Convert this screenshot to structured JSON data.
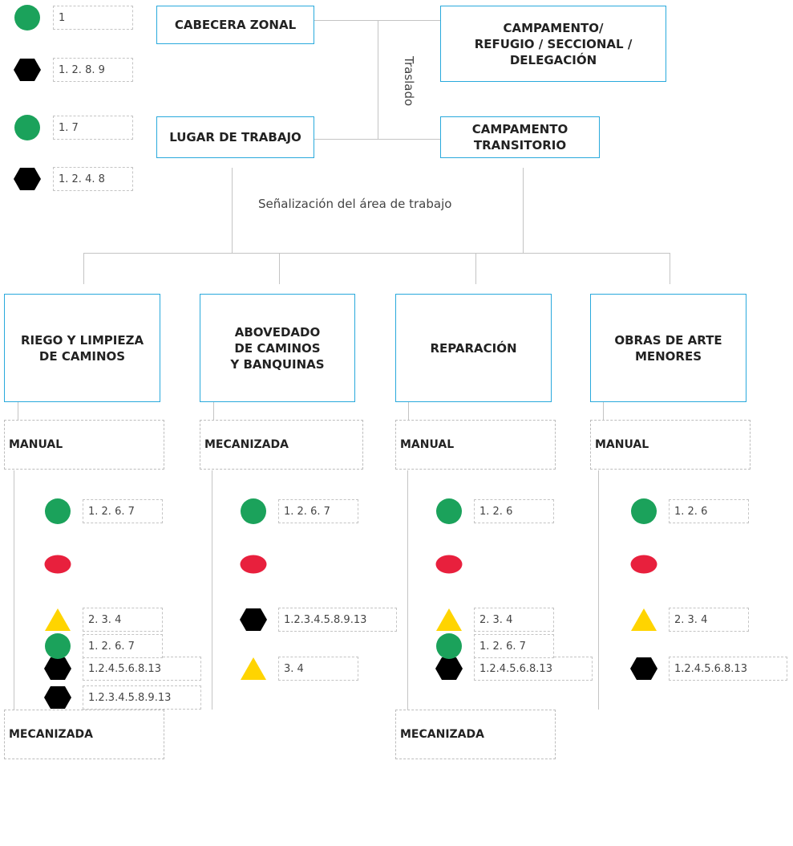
{
  "top": {
    "cabecera_zonal": "CABECERA ZONAL",
    "campamento_refugio": "CAMPAMENTO/\nREFUGIO / SECCIONAL /\nDELEGACIÓN",
    "lugar_trabajo": "LUGAR DE TRABAJO",
    "campamento_transitorio": "CAMPAMENTO\nTRANSITORIO",
    "traslado": "Traslado",
    "senalizacion": "Señalización del área de trabajo"
  },
  "legend": [
    {
      "shape": "circle",
      "color": "#1ba25b",
      "code": "1"
    },
    {
      "shape": "hexagon",
      "color": "#000000",
      "code": "1. 2. 8. 9"
    },
    {
      "shape": "circle",
      "color": "#1ba25b",
      "code": "1. 7"
    },
    {
      "shape": "hexagon",
      "color": "#000000",
      "code": "1. 2. 4. 8"
    }
  ],
  "columns": [
    {
      "title": "RIEGO Y LIMPIEZA\nDE CAMINOS",
      "sections": [
        {
          "label": "MANUAL",
          "items": [
            {
              "shape": "circle",
              "code": "1. 2. 6. 7"
            },
            {
              "shape": "ellipse",
              "code": ""
            },
            {
              "shape": "triangle",
              "code": "2. 3. 4"
            },
            {
              "shape": "hexagon",
              "code": "1.2.4.5.6.8.13"
            }
          ]
        },
        {
          "label": "MECANIZADA",
          "items": [
            {
              "shape": "circle",
              "code": "1. 2. 6. 7"
            },
            {
              "shape": "hexagon",
              "code": "1.2.3.4.5.8.9.13"
            }
          ]
        }
      ]
    },
    {
      "title": "ABOVEDADO\nDE CAMINOS\nY BANQUINAS",
      "sections": [
        {
          "label": "MECANIZADA",
          "items": [
            {
              "shape": "circle",
              "code": "1. 2. 6. 7"
            },
            {
              "shape": "ellipse",
              "code": ""
            },
            {
              "shape": "hexagon",
              "code": "1.2.3.4.5.8.9.13"
            },
            {
              "shape": "triangle",
              "code": "3. 4"
            }
          ]
        }
      ]
    },
    {
      "title": "REPARACIÓN",
      "sections": [
        {
          "label": "MANUAL",
          "items": [
            {
              "shape": "circle",
              "code": "1. 2. 6"
            },
            {
              "shape": "ellipse",
              "code": ""
            },
            {
              "shape": "triangle",
              "code": "2. 3. 4"
            },
            {
              "shape": "hexagon",
              "code": "1.2.4.5.6.8.13"
            }
          ]
        },
        {
          "label": "MECANIZADA",
          "items": [
            {
              "shape": "circle",
              "code": "1. 2. 6. 7"
            }
          ]
        }
      ]
    },
    {
      "title": "OBRAS DE ARTE\nMENORES",
      "sections": [
        {
          "label": "MANUAL",
          "items": [
            {
              "shape": "circle",
              "code": "1. 2. 6"
            },
            {
              "shape": "ellipse",
              "code": ""
            },
            {
              "shape": "triangle",
              "code": "2. 3. 4"
            },
            {
              "shape": "hexagon",
              "code": "1.2.4.5.6.8.13"
            }
          ]
        }
      ]
    }
  ],
  "colors": {
    "box_border": "#29a9dc",
    "line": "#c4c4c4",
    "green": "#1ba25b",
    "red": "#e8203d",
    "yellow": "#ffd400",
    "black": "#000000"
  }
}
